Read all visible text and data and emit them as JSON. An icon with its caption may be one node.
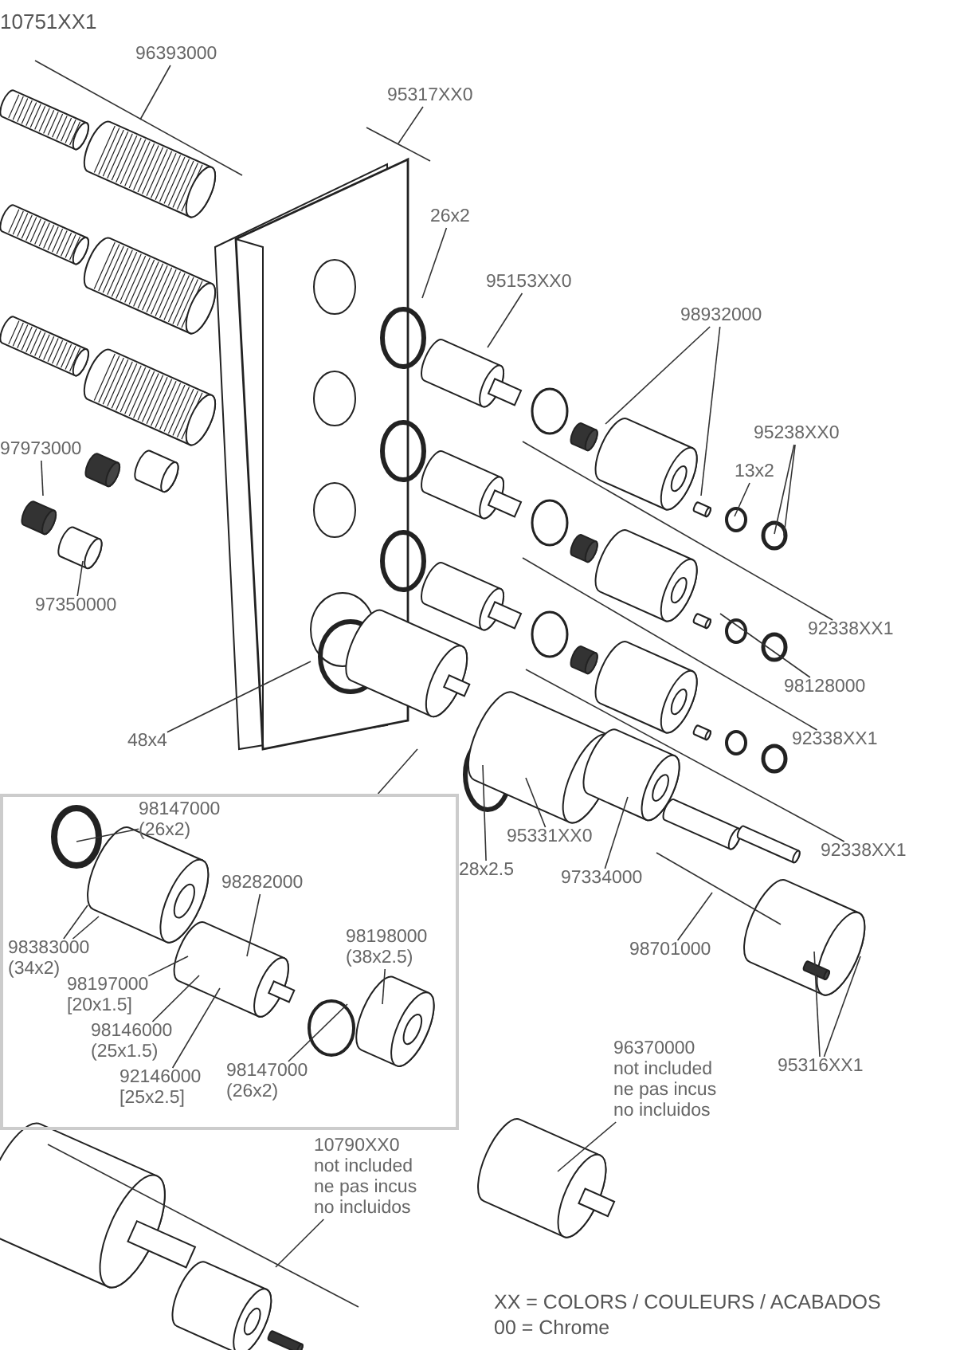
{
  "diagram": {
    "nodes": [
      {
        "text": [
          "96393000"
        ]
      },
      {
        "text": [
          "95317XX0"
        ]
      },
      {
        "text": [
          "26x2"
        ]
      },
      {
        "text": [
          "95153XX0"
        ]
      },
      {
        "text": [
          "98932000"
        ]
      },
      {
        "text": [
          "95238XX0"
        ]
      },
      {
        "text": [
          "13x2"
        ]
      },
      {
        "text": [
          "97973000"
        ]
      },
      {
        "text": [
          "97350000"
        ]
      },
      {
        "text": [
          "92338XX1"
        ]
      },
      {
        "text": [
          "98128000"
        ]
      },
      {
        "text": [
          "92338XX1"
        ]
      },
      {
        "text": [
          "48x4"
        ]
      },
      {
        "text": [],
        "shape": "box"
      },
      {
        "text": [
          "98147000",
          "(26x2)"
        ],
        "in": 13
      },
      {
        "text": [
          "98383000",
          "(34x2)"
        ],
        "in": 13
      },
      {
        "text": [
          "98282000"
        ],
        "in": 13
      },
      {
        "text": [
          "98197000",
          "[20x1.5]"
        ],
        "in": 13
      },
      {
        "text": [
          "98198000",
          "(38x2.5)"
        ],
        "in": 13
      },
      {
        "text": [
          "98146000",
          "(25x1.5)"
        ],
        "in": 13
      },
      {
        "text": [
          "92146000",
          "[25x2.5]"
        ],
        "in": 13
      },
      {
        "text": [
          "98147000",
          "(26x2)"
        ],
        "in": 13
      },
      {
        "text": [
          "95331XX0"
        ]
      },
      {
        "text": [
          "28x2.5"
        ]
      },
      {
        "text": [
          "97334000"
        ]
      },
      {
        "text": [
          "92338XX1"
        ]
      },
      {
        "text": [
          "98701000"
        ]
      },
      {
        "text": [
          "95316XX1"
        ]
      },
      {
        "text": [
          "96370000",
          "not included",
          "ne pas incus",
          "no incluidos"
        ]
      },
      {
        "text": [
          "10790XX0",
          "not included",
          "ne pas incus",
          "no incluidos"
        ]
      }
    ],
    "edges": [
      {
        "from": 0,
        "to": null,
        "arrow": "none"
      },
      {
        "from": 1,
        "to": null,
        "arrow": "none"
      },
      {
        "from": 2,
        "to": null,
        "arrow": "none"
      },
      {
        "from": 3,
        "to": null,
        "arrow": "none"
      },
      {
        "from": 4,
        "to": null,
        "arrow": "none"
      },
      {
        "from": 4,
        "to": null,
        "arrow": "none"
      },
      {
        "from": 5,
        "to": null,
        "arrow": "none"
      },
      {
        "from": 5,
        "to": null,
        "arrow": "none"
      },
      {
        "from": 6,
        "to": null,
        "arrow": "none"
      },
      {
        "from": 7,
        "to": null,
        "arrow": "none"
      },
      {
        "from": 8,
        "to": null,
        "arrow": "none"
      },
      {
        "from": 9,
        "to": null,
        "arrow": "none"
      },
      {
        "from": 10,
        "to": null,
        "arrow": "none"
      },
      {
        "from": 11,
        "to": null,
        "arrow": "none"
      },
      {
        "from": 12,
        "to": null,
        "arrow": "none"
      },
      {
        "from": 13,
        "to": null,
        "arrow": "none"
      },
      {
        "from": 14,
        "to": null,
        "arrow": "none"
      },
      {
        "from": 15,
        "to": null,
        "arrow": "none"
      },
      {
        "from": 15,
        "to": null,
        "arrow": "none"
      },
      {
        "from": 16,
        "to": null,
        "arrow": "none"
      },
      {
        "from": 17,
        "to": null,
        "arrow": "none"
      },
      {
        "from": 18,
        "to": null,
        "arrow": "none"
      },
      {
        "from": 19,
        "to": null,
        "arrow": "none"
      },
      {
        "from": 20,
        "to": null,
        "arrow": "none"
      },
      {
        "from": 21,
        "to": null,
        "arrow": "none"
      },
      {
        "from": 22,
        "to": null,
        "arrow": "none"
      },
      {
        "from": 23,
        "to": null,
        "arrow": "none"
      },
      {
        "from": 24,
        "to": null,
        "arrow": "none"
      },
      {
        "from": 25,
        "to": null,
        "arrow": "none"
      },
      {
        "from": 26,
        "to": null,
        "arrow": "none"
      },
      {
        "from": 27,
        "to": null,
        "arrow": "none"
      },
      {
        "from": 27,
        "to": null,
        "arrow": "none"
      },
      {
        "from": 28,
        "to": null,
        "arrow": "none"
      },
      {
        "from": 29,
        "to": null,
        "arrow": "none"
      }
    ],
    "labels": [
      "10751XX1",
      "XX = COLORS / COULEURS / ACABADOS",
      "00 = Chrome"
    ]
  }
}
